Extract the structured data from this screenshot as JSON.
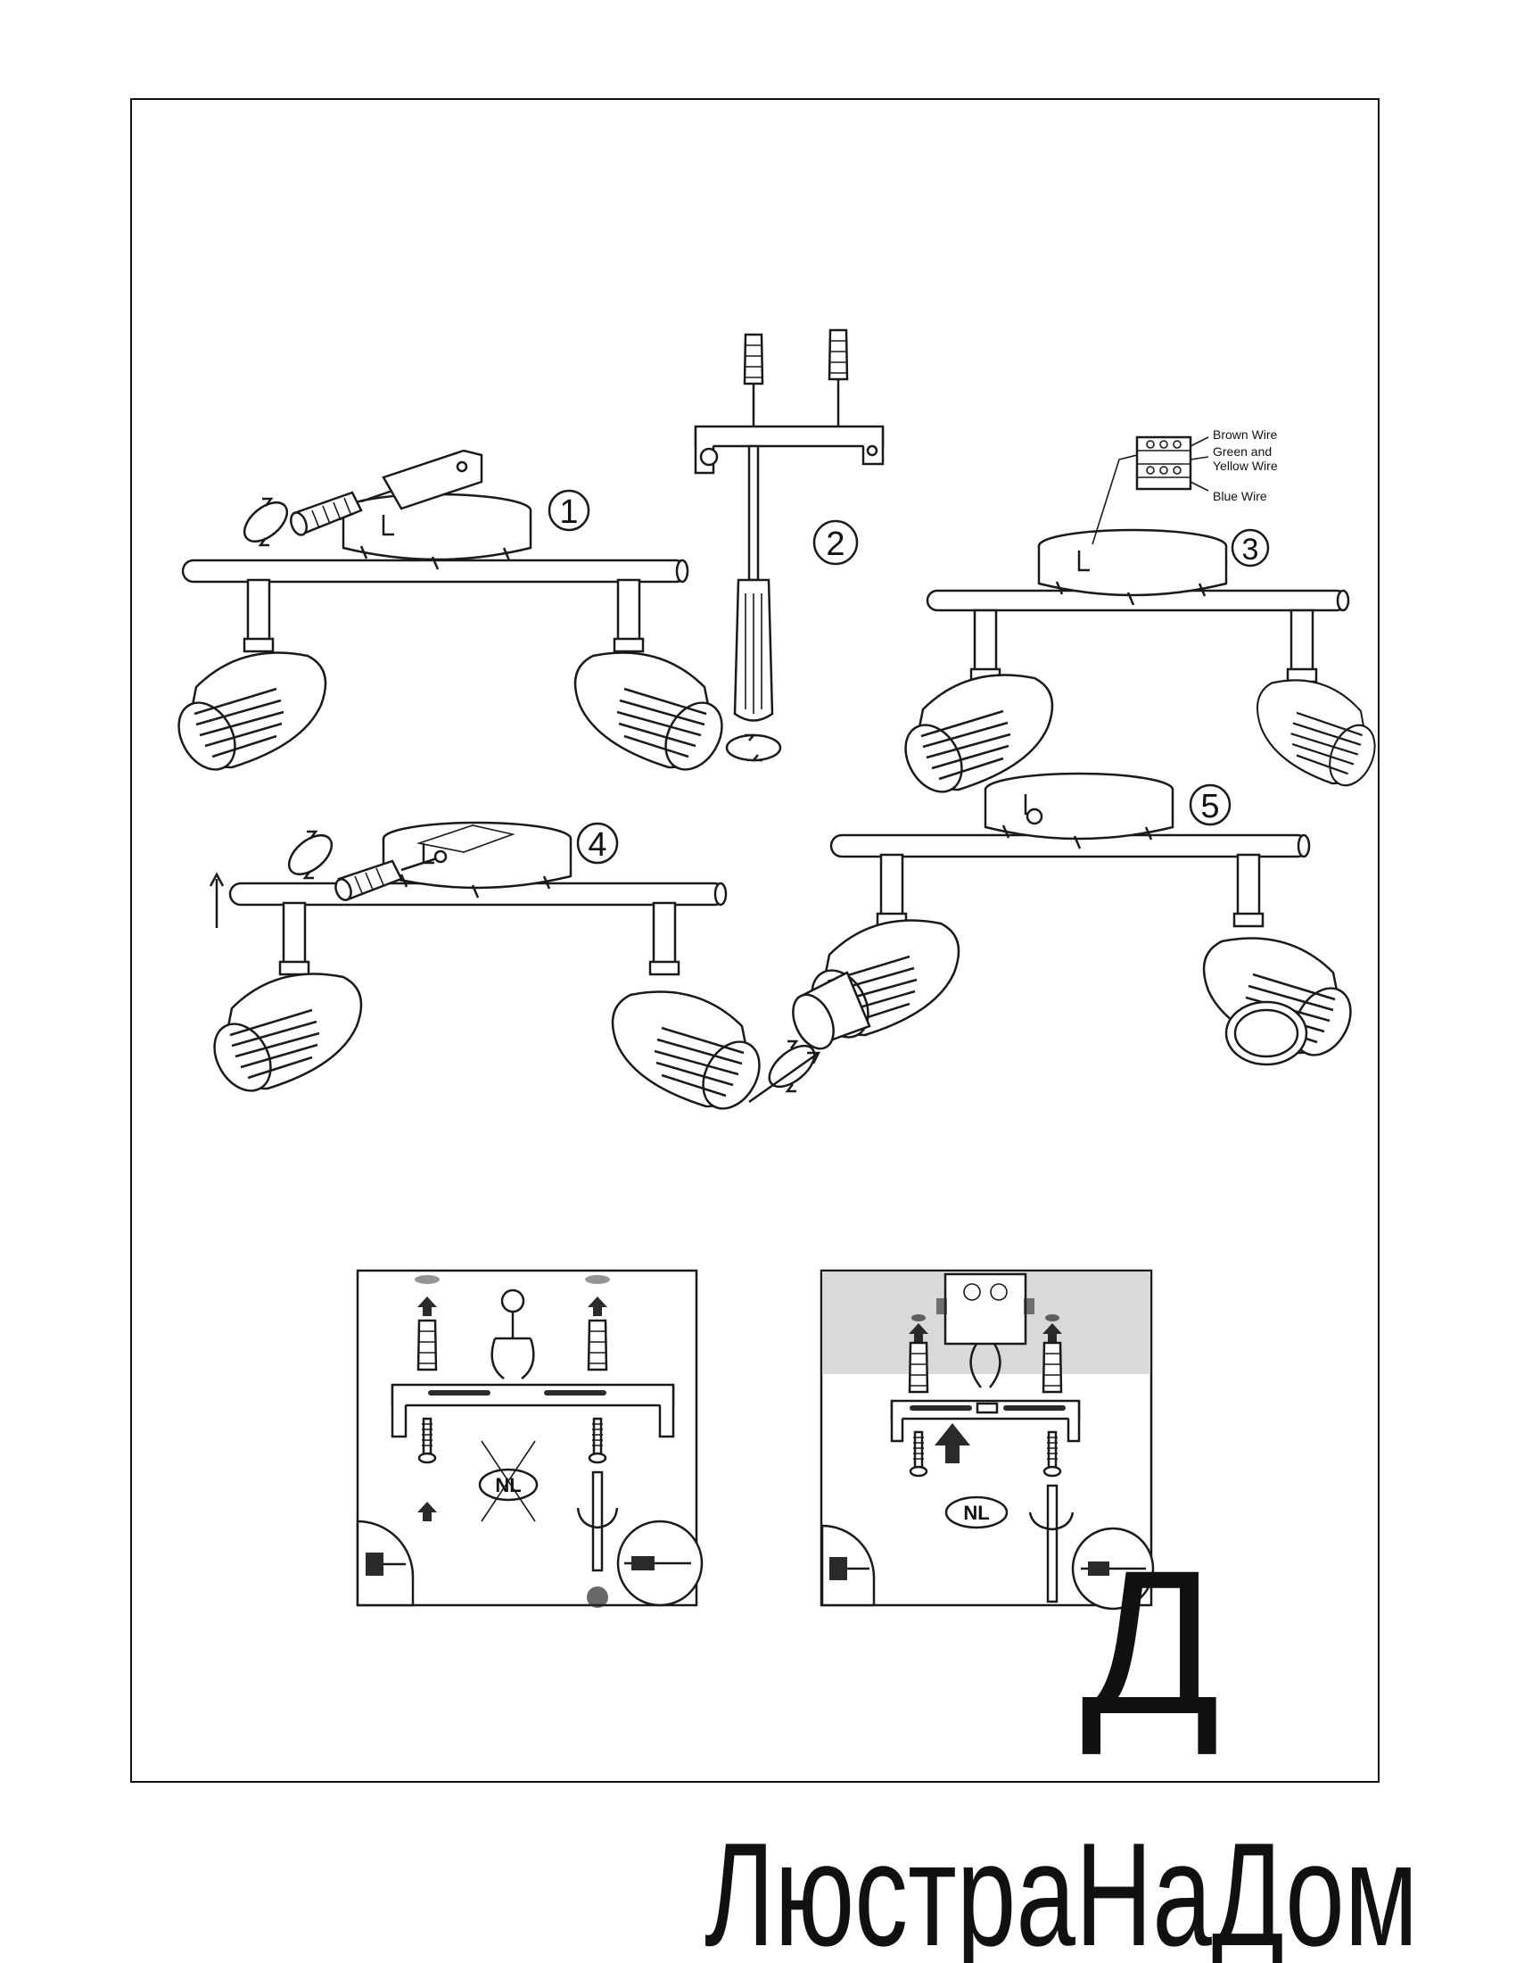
{
  "steps": [
    {
      "number": "1",
      "label": "1"
    },
    {
      "number": "2",
      "label": "2"
    },
    {
      "number": "3",
      "label": "3"
    },
    {
      "number": "4",
      "label": "4"
    },
    {
      "number": "5",
      "label": "5"
    }
  ],
  "wiring": {
    "brown": "Brown Wire",
    "green_line1": "Green and",
    "green_line2": "Yellow Wire",
    "blue": "Blue Wire"
  },
  "mounting": {
    "left_badge": "NL",
    "right_badge": "NL"
  },
  "watermark": {
    "text": "ЛюстраНаДом",
    "monogram": "Д"
  },
  "colors": {
    "line": "#1a1a1a",
    "watermark": "#c8c8c8",
    "ceiling_shade": "#d9d9d9"
  }
}
